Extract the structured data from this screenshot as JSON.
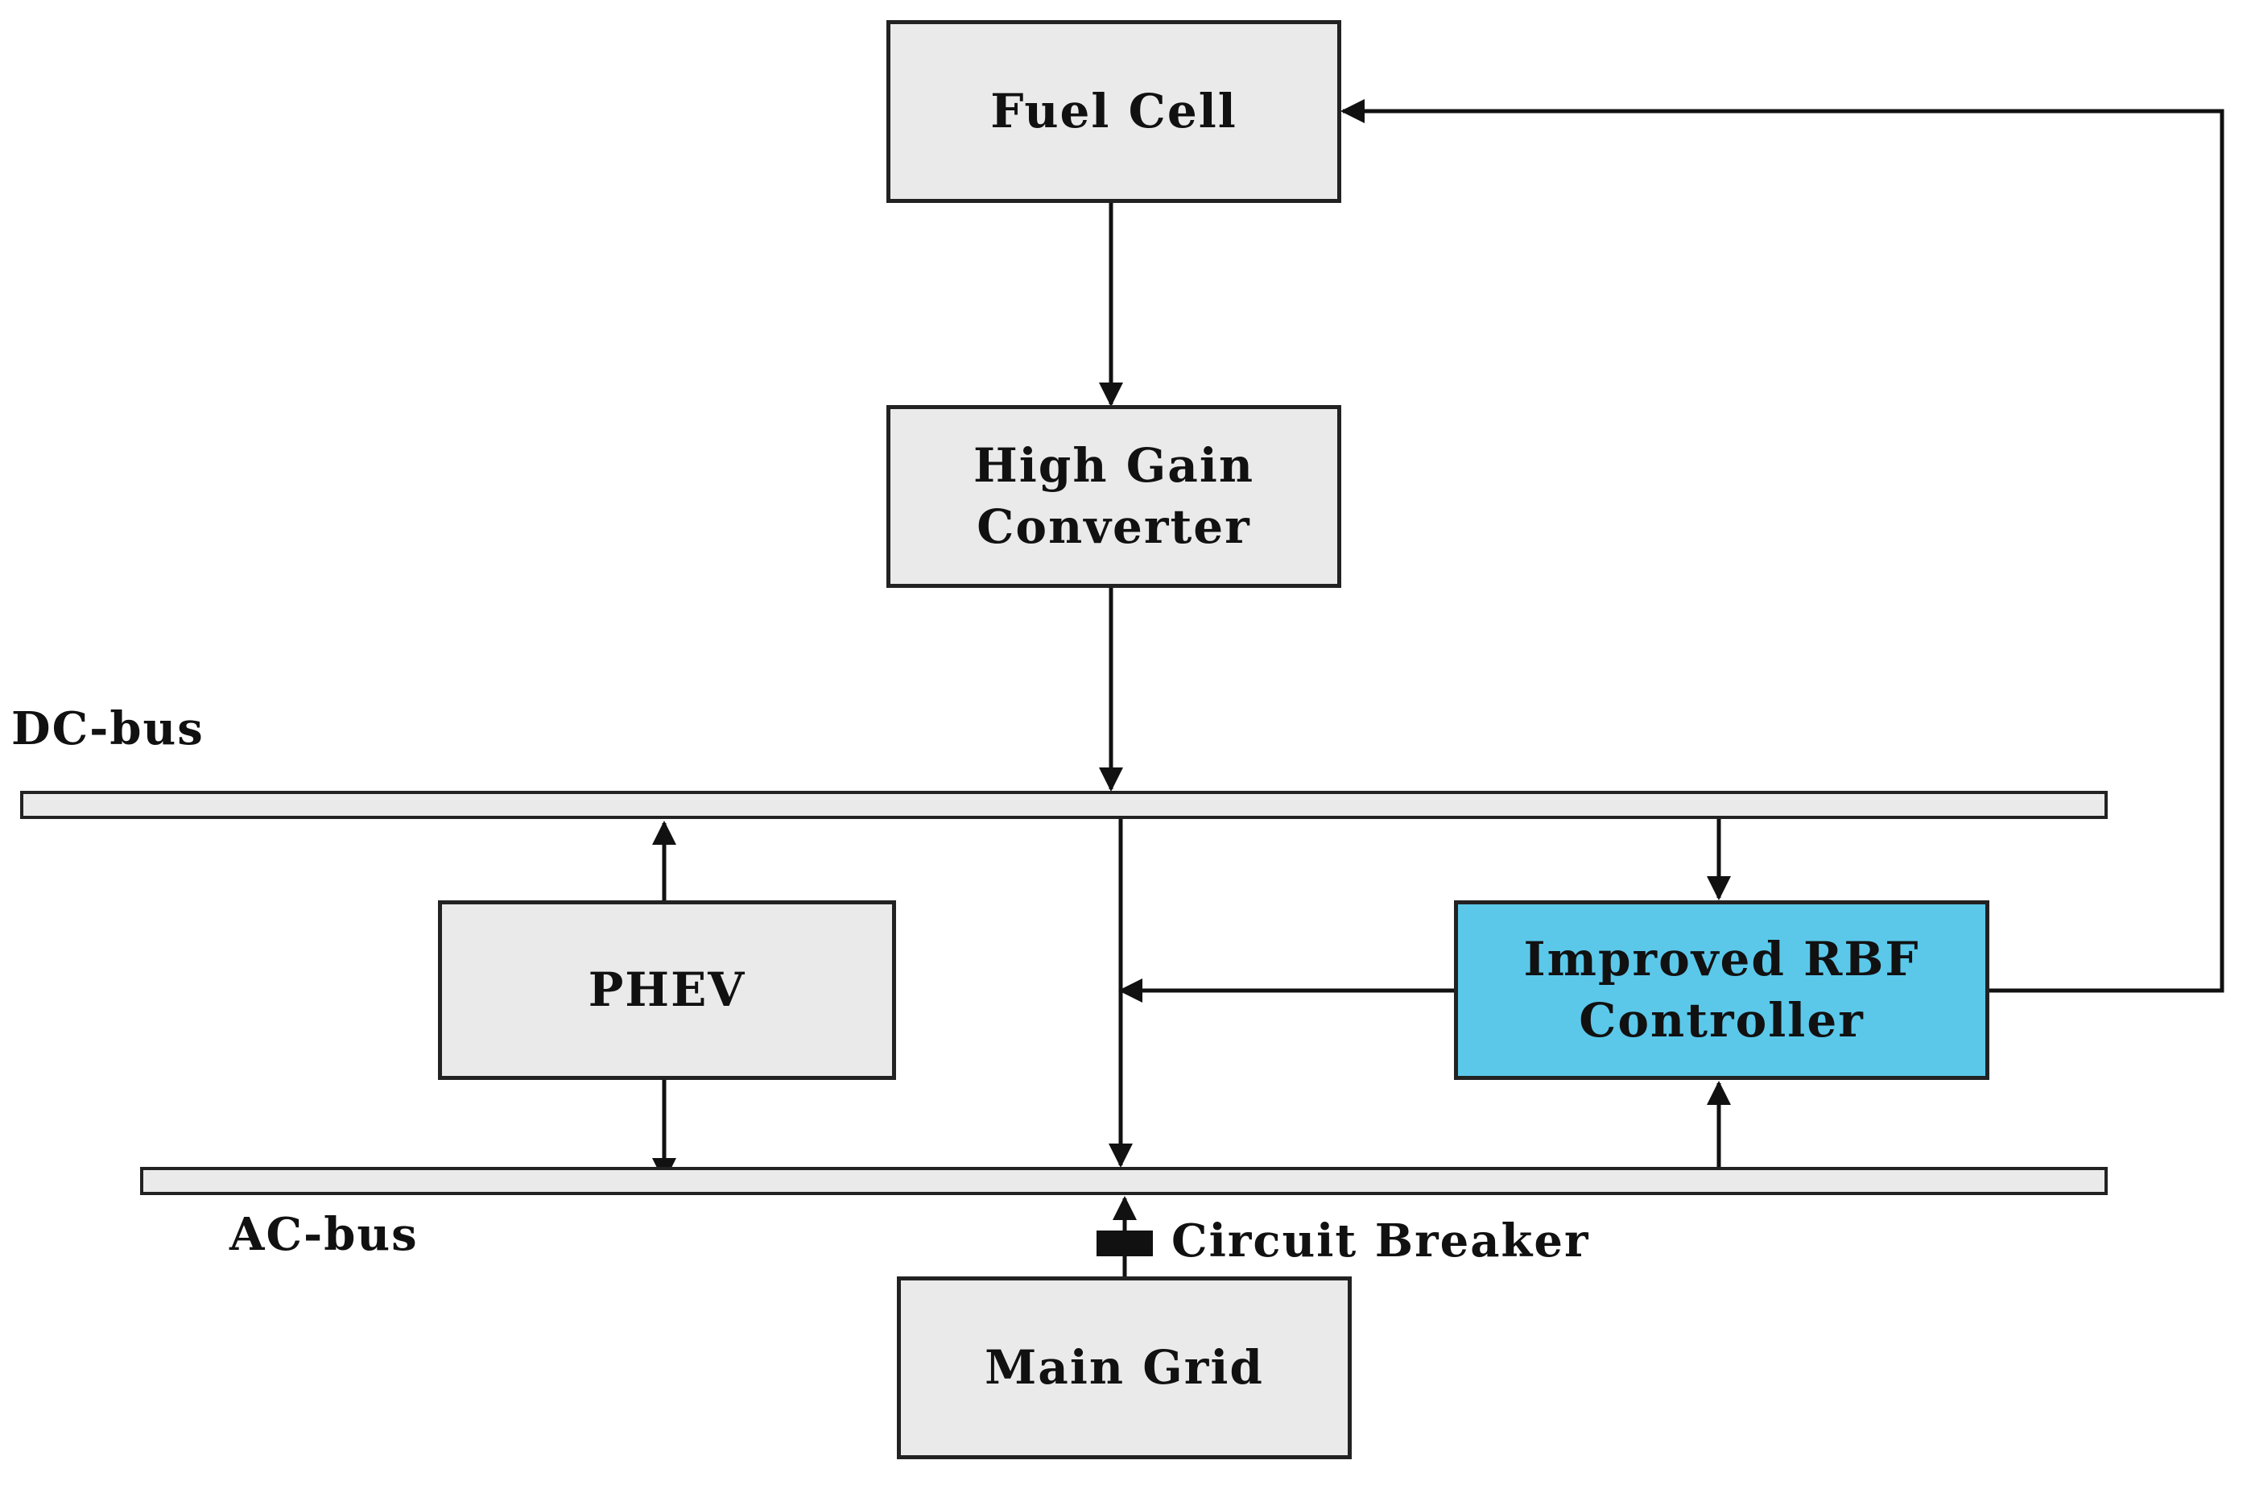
{
  "blocks": {
    "fuel_cell": "Fuel Cell",
    "high_gain_converter": [
      "High Gain",
      "Converter"
    ],
    "phev": "PHEV",
    "improved_rbf_controller": [
      "Improved RBF",
      "Controller"
    ],
    "main_grid": "Main Grid"
  },
  "buses": {
    "dc_bus": "DC-bus",
    "ac_bus": "AC-bus"
  },
  "circuit_breaker": "Circuit Breaker",
  "colors": {
    "block_fill": "#eaeaea",
    "controller_fill": "#5bc8ea",
    "line": "#111111"
  }
}
